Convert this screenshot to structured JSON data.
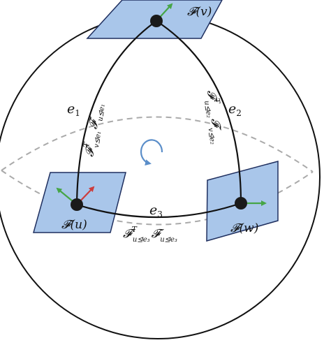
{
  "nodes": {
    "v": {
      "stalk_label": "𝓕(v)"
    },
    "u": {
      "stalk_label": "𝓕(u)"
    },
    "w": {
      "stalk_label": "𝓕(w)"
    }
  },
  "edges": {
    "e1": {
      "name": "e",
      "sub": "1"
    },
    "e2": {
      "name": "e",
      "sub": "2"
    },
    "e3": {
      "name": "e",
      "sub": "3"
    }
  },
  "maps": {
    "e1": {
      "left": "𝓕",
      "left_sup": "T",
      "left_sub": "v⊴e₁",
      "right": "𝓕",
      "right_sub": "u⊴e₁"
    },
    "e2": {
      "left": "𝓕",
      "left_sup": "T",
      "left_sub": "u⊴e₂",
      "right": "𝓕",
      "right_sub": "v⊴e₂"
    },
    "e3": {
      "left": "𝓕",
      "left_sup": "T",
      "left_sub": "u⊴e₃",
      "right": "𝓕",
      "right_sub": "u⊴e₃"
    }
  },
  "colors": {
    "plane_fill": "#a9c6ea",
    "plane_stroke": "#1f2f5f",
    "arrow_green": "#46a546",
    "arrow_red": "#cc3d3d",
    "cycle_blue": "#5b8ec9",
    "equator": "#aaaaaa"
  }
}
